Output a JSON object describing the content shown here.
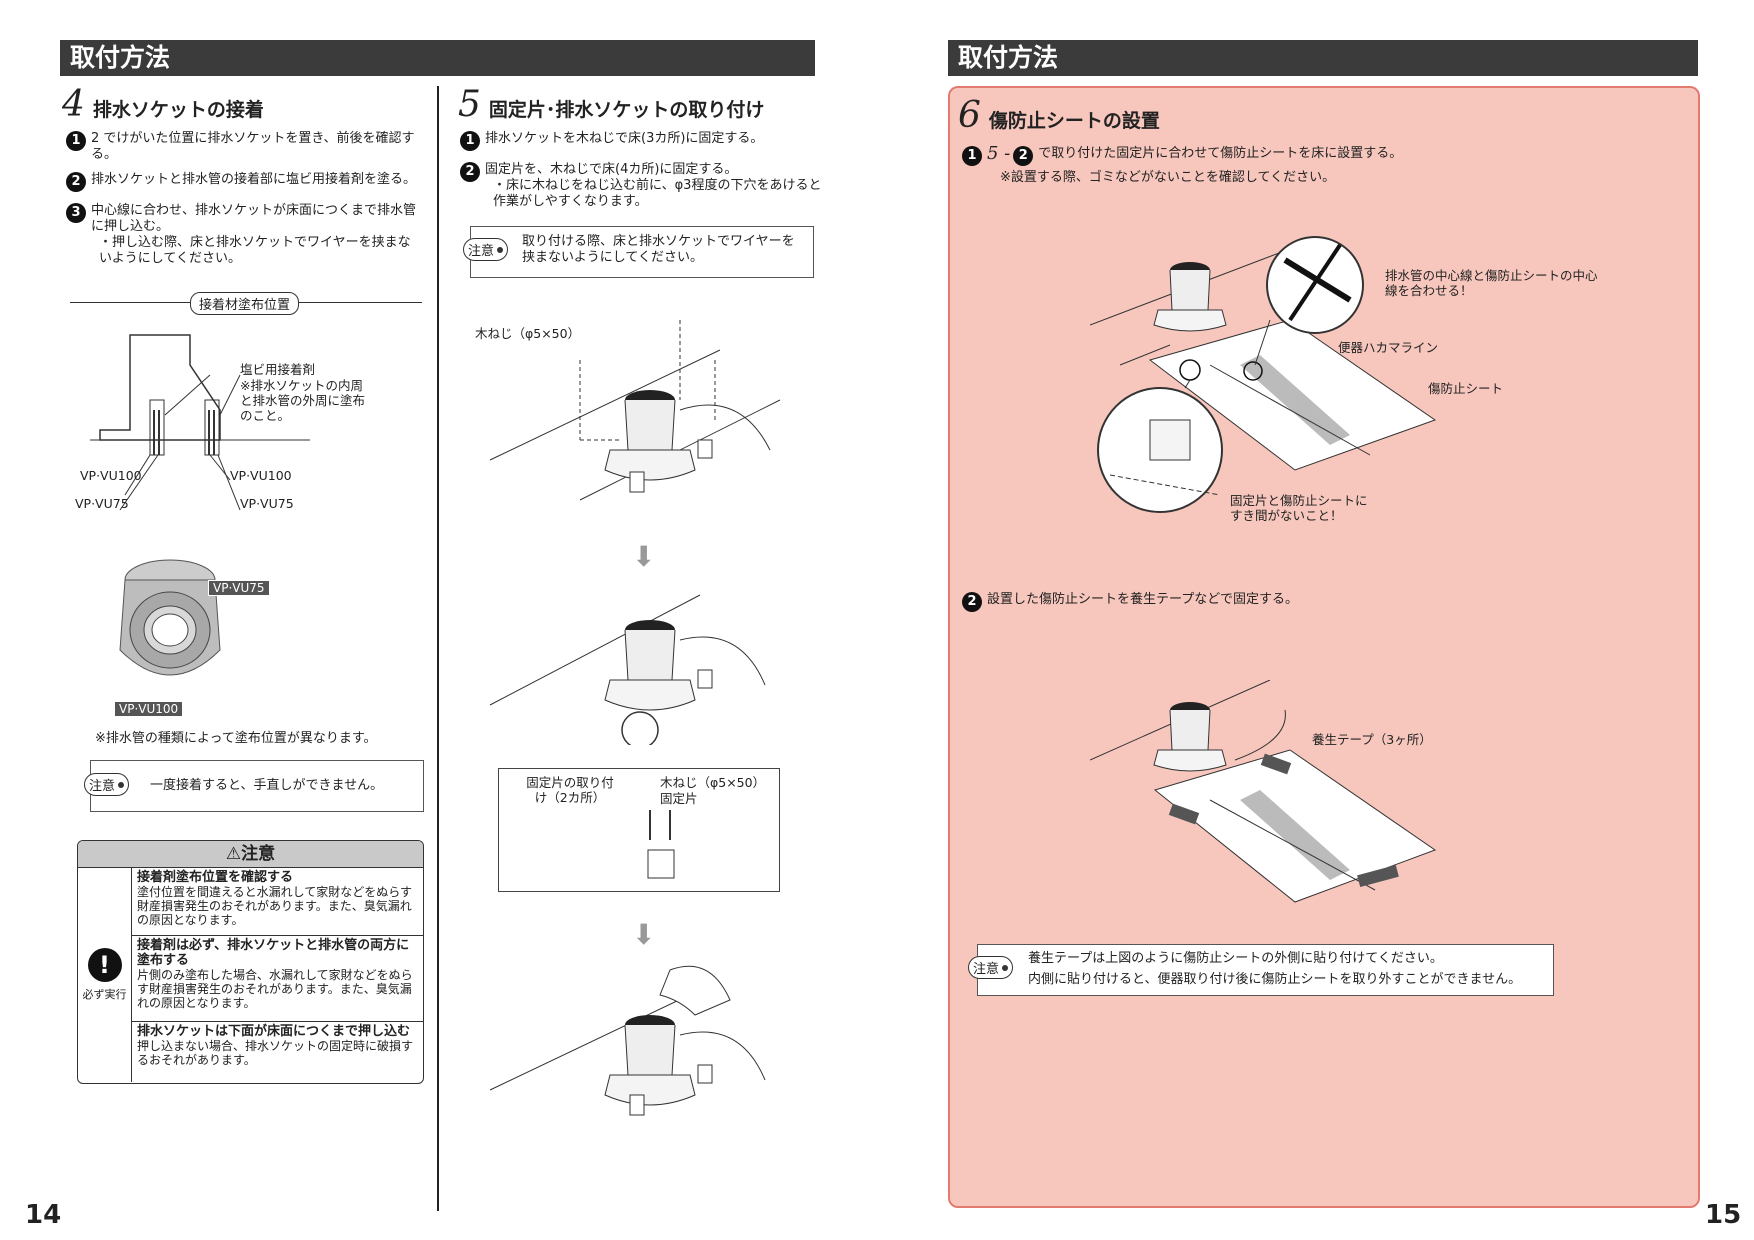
{
  "left_header": "取付方法",
  "right_header": "取付方法",
  "step4": {
    "num": "4",
    "title": "排水ソケットの接着",
    "items": [
      {
        "n": "1",
        "text": "2 でけがいた位置に排水ソケットを置き、前後を確認する。"
      },
      {
        "n": "2",
        "text": "排水ソケットと排水管の接着部に塩ビ用接着剤を塗る。"
      },
      {
        "n": "3",
        "text": "中心線に合わせ、排水ソケットが床面につくまで排水管に押し込む。",
        "sub": "・押し込む際、床と排水ソケットでワイヤーを挟まないようにしてください。"
      }
    ],
    "section_label": "接着材塗布位置",
    "adhesive_label": "塩ビ用接着剤",
    "adhesive_note": "※排水ソケットの内周と排水管の外周に塗布のこと。",
    "pipe_labels": [
      "VP·VU100",
      "VP·VU75",
      "VP·VU100",
      "VP·VU75"
    ],
    "photo_labels": [
      "VP·VU75",
      "VP·VU100"
    ],
    "pipe_note": "※排水管の種類によって塗布位置が異なります。",
    "note_icon": "注意",
    "note_text": "一度接着すると、手直しができません。",
    "caution": {
      "title": "⚠注意",
      "side_label": "必ず実行",
      "items": [
        {
          "title": "接着剤塗布位置を確認する",
          "body": "塗付位置を間違えると水漏れして家財などをぬらす財産損害発生のおそれがあります。また、臭気漏れの原因となります。"
        },
        {
          "title": "接着剤は必ず、排水ソケットと排水管の両方に塗布する",
          "body": "片側のみ塗布した場合、水漏れして家財などをぬらす財産損害発生のおそれがあります。また、臭気漏れの原因となります。"
        },
        {
          "title": "排水ソケットは下面が床面につくまで押し込む",
          "body": "押し込まない場合、排水ソケットの固定時に破損するおそれがあります。"
        }
      ]
    }
  },
  "step5": {
    "num": "5",
    "title": "固定片･排水ソケットの取り付け",
    "items": [
      {
        "n": "1",
        "text": "排水ソケットを木ねじで床(3カ所)に固定する。"
      },
      {
        "n": "2",
        "text": "固定片を、木ねじで床(4カ所)に固定する。",
        "sub": "・床に木ねじをねじ込む前に、φ3程度の下穴をあけると作業がしやすくなります。"
      }
    ],
    "note_icon": "注意",
    "note_text": "取り付ける際、床と排水ソケットでワイヤーを挟まないようにしてください。",
    "screw_label": "木ねじ（φ5×50）",
    "detail_left": "固定片の取り付け（2カ所）",
    "detail_screw": "木ねじ（φ5×50）",
    "detail_piece": "固定片"
  },
  "step6": {
    "num": "6",
    "title": "傷防止シートの設置",
    "item1_prefix": "5 -",
    "item1_text": "で取り付けた固定片に合わせて傷防止シートを床に設置する。",
    "item1_sub": "※設置する際、ゴミなどがないことを確認してください。",
    "callout_center": "排水管の中心線と傷防止シートの中心線を合わせる！",
    "label_marker": "便器ハカマライン",
    "label_sheet": "傷防止シート",
    "callout_gap": "固定片と傷防止シートにすき間がないこと！",
    "item2_text": "設置した傷防止シートを養生テープなどで固定する。",
    "tape_label": "養生テープ（3ヶ所）",
    "note_icon": "注意",
    "note_line1": "養生テープは上図のように傷防止シートの外側に貼り付けてください。",
    "note_line2": "内側に貼り付けると、便器取り付け後に傷防止シートを取り外すことができません。"
  },
  "page_left": "14",
  "page_right": "15",
  "colors": {
    "header_bar": "#3b3b3b",
    "panel_bg": "#f7c7bd",
    "panel_border": "#e27a70"
  }
}
